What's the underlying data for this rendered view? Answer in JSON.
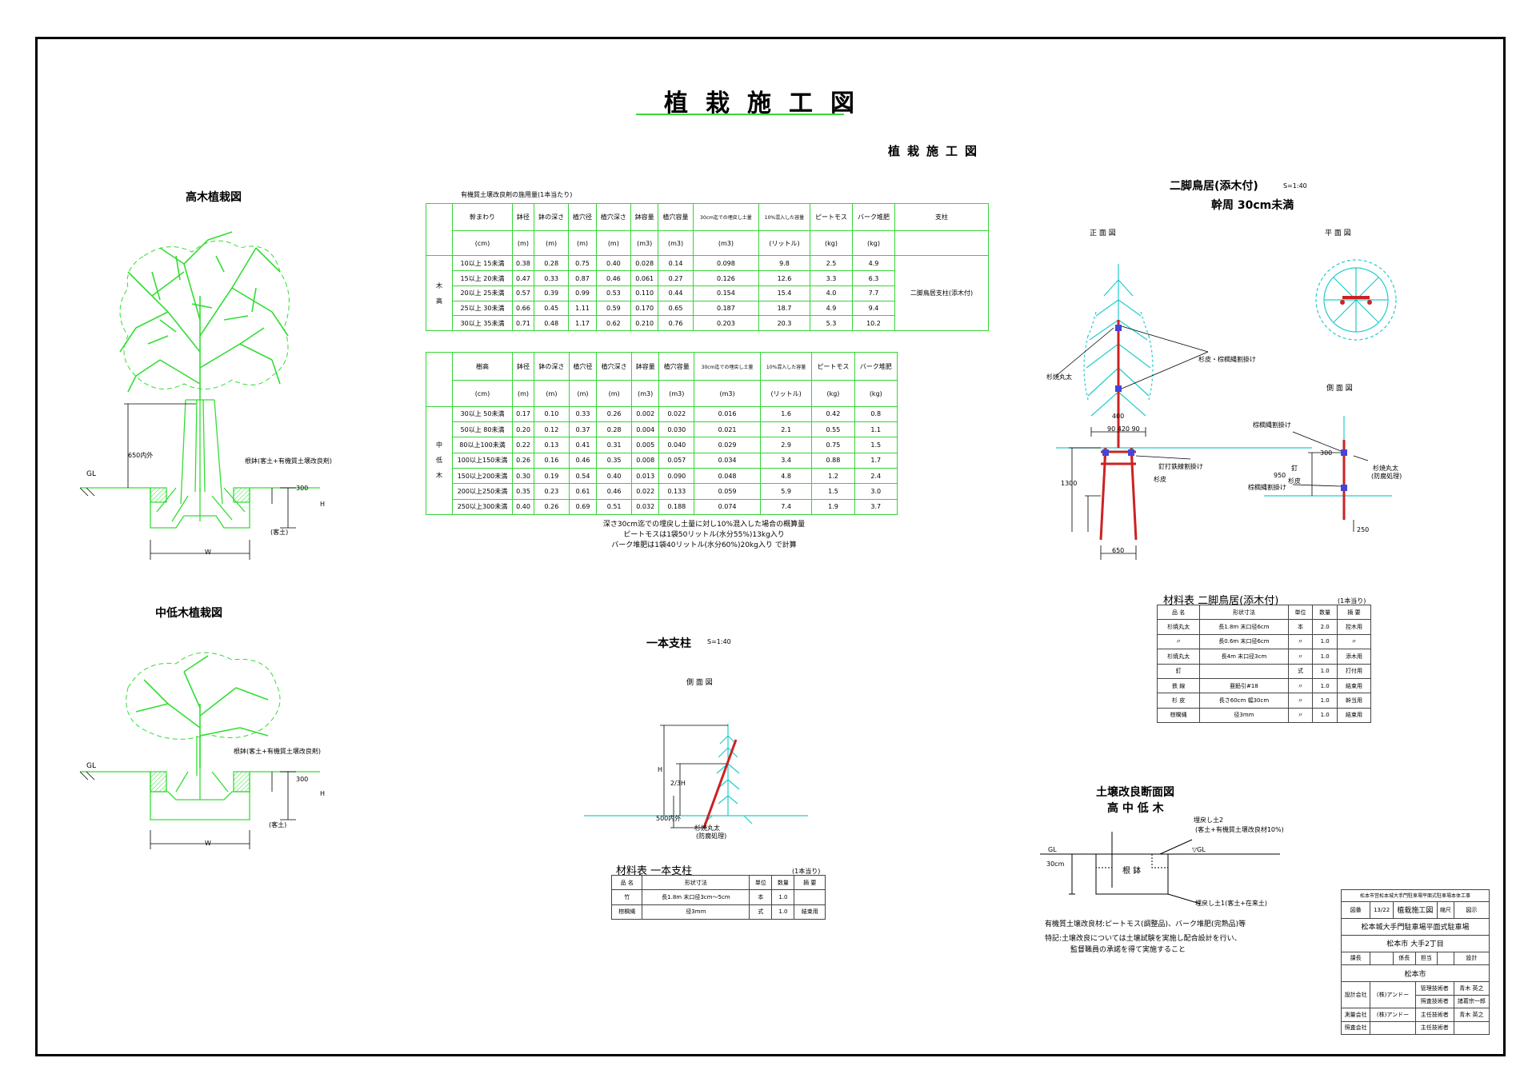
{
  "title": "植栽施工図",
  "subtitle": "植栽施工図",
  "sections": {
    "tall_tree": "高木植栽図",
    "mid_tree": "中低木植栽図",
    "single_post": "一本支柱",
    "single_post_scale": "S=1:40",
    "single_post_side": "側 面 図",
    "bipod": "二脚鳥居(添木付)",
    "bipod_scale": "S=1:40",
    "bipod_sub": "幹周 30cm未満",
    "front_view": "正 面 図",
    "plan_view": "平 面 図",
    "side_view": "側 面 図",
    "soil_section": "土壌改良断面図",
    "soil_sub": "高 中 低 木"
  },
  "labels": {
    "gl": "GL",
    "rootball": "根鉢(客土+有機質土壌改良剤)",
    "soil": "(客土)",
    "w": "W",
    "h": "H",
    "d300": "300",
    "d650": "650内外",
    "post_log": "杉焼丸太",
    "post_log2": "(防腐処理)",
    "two_thirds": "2/3H",
    "d500": "500内外",
    "bipod_log": "杉焼丸太",
    "bipod_bark": "杉皮・棕櫚縄割掛け",
    "bipod_nail": "釘打鉄線割掛け",
    "bipod_sugikawa": "杉皮",
    "bipod_d1300": "1300",
    "bipod_d650": "650",
    "bipod_d400": "400",
    "bipod_d420": "90 420 90",
    "side_shuro": "棕櫚縄割掛け",
    "side_kugi": "釘",
    "side_sugikawa": "杉皮",
    "side_tetsusen": "棕櫚縄割掛け",
    "side_log": "杉焼丸太",
    "side_log2": "(防腐処理)",
    "side_d950": "950",
    "side_d250": "250",
    "side_d300": "300",
    "soil_fill2": "埋戻し土2",
    "soil_fill2b": "(客土+有機質土壌改良材10%)",
    "soil_fill1": "埋戻し土1(客土+在来土)",
    "soil_rootball": "根 鉢",
    "soil_gl": "GL",
    "soil_cl": "▽GL",
    "soil_d30": "30cm"
  },
  "notes": {
    "material": "有機質土壌改良材:ピートモス(調整品)、バーク堆肥(完熟品)等",
    "special1": "特記:土壌改良については土壌試験を実施し配合設計を行い、",
    "special2": "監督職員の承諾を得て実施すること"
  },
  "table_caption": "有機質土壌改良剤の施用量(1本当たり)",
  "table_footnote": [
    "深さ30cm迄での埋戻し土量に対し10%混入した場合の概算量",
    "ピートモスは1袋50リットル(水分55%)13kg入り",
    "バーク堆肥は1袋40リットル(水分60%)20kg入り で計算"
  ],
  "tall_table": {
    "group_label": [
      "木",
      "高"
    ],
    "header": [
      "幹まわり",
      "鉢径",
      "鉢の深さ",
      "植穴径",
      "植穴深さ",
      "鉢容量",
      "植穴容量",
      "30cm迄での埋戻し土量",
      "10%混入した容量",
      "ピートモス",
      "バーク堆肥",
      "支柱"
    ],
    "units": [
      "(cm)",
      "(m)",
      "(m)",
      "(m)",
      "(m)",
      "(m3)",
      "(m3)",
      "(m3)",
      "(リットル)",
      "(kg)",
      "(kg)",
      ""
    ],
    "support": "二脚鳥居支柱(添木付)",
    "rows": [
      [
        "10以上 15未満",
        "0.38",
        "0.28",
        "0.75",
        "0.40",
        "0.028",
        "0.14",
        "0.098",
        "9.8",
        "2.5",
        "4.9"
      ],
      [
        "15以上 20未満",
        "0.47",
        "0.33",
        "0.87",
        "0.46",
        "0.061",
        "0.27",
        "0.126",
        "12.6",
        "3.3",
        "6.3"
      ],
      [
        "20以上 25未満",
        "0.57",
        "0.39",
        "0.99",
        "0.53",
        "0.110",
        "0.44",
        "0.154",
        "15.4",
        "4.0",
        "7.7"
      ],
      [
        "25以上 30未満",
        "0.66",
        "0.45",
        "1.11",
        "0.59",
        "0.170",
        "0.65",
        "0.187",
        "18.7",
        "4.9",
        "9.4"
      ],
      [
        "30以上 35未満",
        "0.71",
        "0.48",
        "1.17",
        "0.62",
        "0.210",
        "0.76",
        "0.203",
        "20.3",
        "5.3",
        "10.2"
      ]
    ]
  },
  "mid_table": {
    "group_label": [
      "中",
      "低",
      "木"
    ],
    "header": [
      "樹高",
      "鉢径",
      "鉢の深さ",
      "植穴径",
      "植穴深さ",
      "鉢容量",
      "植穴容量",
      "30cm迄での埋戻し土量",
      "10%混入した容量",
      "ピートモス",
      "バーク堆肥"
    ],
    "units": [
      "(cm)",
      "(m)",
      "(m)",
      "(m)",
      "(m)",
      "(m3)",
      "(m3)",
      "(m3)",
      "(リットル)",
      "(kg)",
      "(kg)"
    ],
    "rows": [
      [
        "30以上 50未満",
        "0.17",
        "0.10",
        "0.33",
        "0.26",
        "0.002",
        "0.022",
        "0.016",
        "1.6",
        "0.42",
        "0.8"
      ],
      [
        "50以上 80未満",
        "0.20",
        "0.12",
        "0.37",
        "0.28",
        "0.004",
        "0.030",
        "0.021",
        "2.1",
        "0.55",
        "1.1"
      ],
      [
        "80以上100未満",
        "0.22",
        "0.13",
        "0.41",
        "0.31",
        "0.005",
        "0.040",
        "0.029",
        "2.9",
        "0.75",
        "1.5"
      ],
      [
        "100以上150未満",
        "0.26",
        "0.16",
        "0.46",
        "0.35",
        "0.008",
        "0.057",
        "0.034",
        "3.4",
        "0.88",
        "1.7"
      ],
      [
        "150以上200未満",
        "0.30",
        "0.19",
        "0.54",
        "0.40",
        "0.013",
        "0.090",
        "0.048",
        "4.8",
        "1.2",
        "2.4"
      ],
      [
        "200以上250未満",
        "0.35",
        "0.23",
        "0.61",
        "0.46",
        "0.022",
        "0.133",
        "0.059",
        "5.9",
        "1.5",
        "3.0"
      ],
      [
        "250以上300未満",
        "0.40",
        "0.26",
        "0.69",
        "0.51",
        "0.032",
        "0.188",
        "0.074",
        "7.4",
        "1.9",
        "3.7"
      ]
    ]
  },
  "single_material": {
    "caption": "材料表 一本支柱",
    "unit_note": "(1本当り)",
    "header": [
      "品 名",
      "形状寸法",
      "単位",
      "数量",
      "摘 要"
    ],
    "rows": [
      [
        "竹",
        "長1.8m 末口径3cm〜5cm",
        "本",
        "1.0",
        ""
      ],
      [
        "棕櫚縄",
        "径3mm",
        "式",
        "1.0",
        "結束用"
      ]
    ]
  },
  "bipod_material": {
    "caption": "材料表 二脚鳥居(添木付)",
    "unit_note": "(1本当り)",
    "header": [
      "品 名",
      "形状寸法",
      "単位",
      "数量",
      "摘 要"
    ],
    "rows": [
      [
        "杉焼丸太",
        "長1.8m 末口径6cm",
        "本",
        "2.0",
        "控木用"
      ],
      [
        "〃",
        "長0.6m 末口径6cm",
        "〃",
        "1.0",
        "〃"
      ],
      [
        "杉焼丸太",
        "長4m 末口径3cm",
        "〃",
        "1.0",
        "添木用"
      ],
      [
        "釘",
        "",
        "式",
        "1.0",
        "打付用"
      ],
      [
        "鉄 線",
        "亜鉛引#18",
        "〃",
        "1.0",
        "結束用"
      ],
      [
        "杉 皮",
        "長さ60cm 幅30cm",
        "〃",
        "1.0",
        "幹当用"
      ],
      [
        "棕櫚縄",
        "径3mm",
        "〃",
        "1.0",
        "結束用"
      ]
    ]
  },
  "title_block": {
    "work_name": "松本市営松本城大手門駐車場平面式駐車場本体工事",
    "sheet_label": "図番",
    "sheet_no": "13/22",
    "drawing_name": "植栽施工図",
    "scale_label": "縮尺",
    "scale": "図示",
    "project": "松本城大手門駐車場平面式駐車場",
    "location": "松本市 大手2丁目",
    "checks": [
      "課長",
      "係長",
      "担当",
      "設計"
    ],
    "owner": "松本市",
    "design_company_label": "設計会社",
    "design_company": "(株)アンドー",
    "survey_company_label": "測量会社",
    "survey_company": "(株)アンドー",
    "shooting_company_label": "照査会社",
    "roles": [
      "管理技術者",
      "照査技術者",
      "主任技術者",
      "主任技術者"
    ],
    "names": [
      "青木 英之",
      "諸葛宗一郎",
      "青木 英之",
      ""
    ]
  }
}
